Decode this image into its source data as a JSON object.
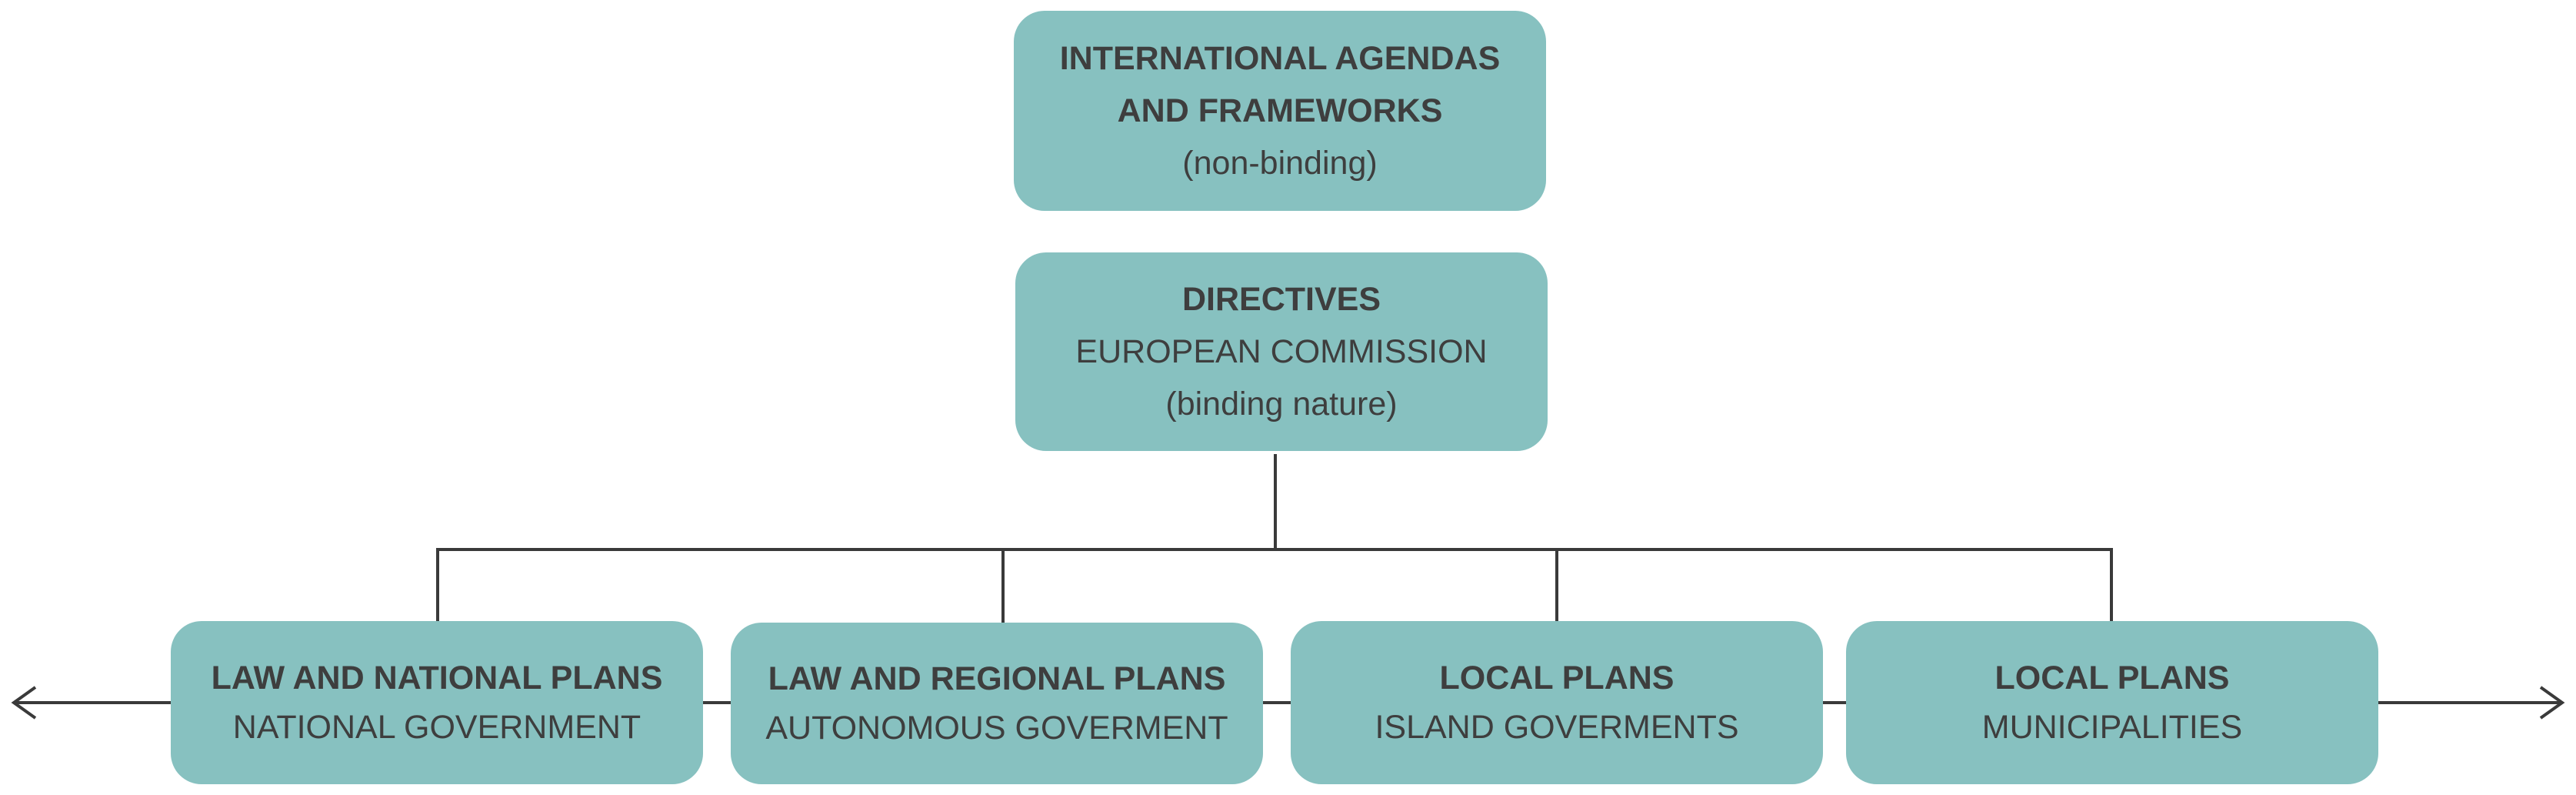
{
  "diagram": {
    "top": {
      "title_line1": "INTERNATIONAL AGENDAS",
      "title_line2": "AND FRAMEWORKS",
      "subtitle": "(non-binding)"
    },
    "directives": {
      "title": "DIRECTIVES",
      "line2": "EUROPEAN COMMISSION",
      "line3": "(binding nature)"
    },
    "levels": [
      {
        "title": "LAW AND NATIONAL PLANS",
        "subtitle": "NATIONAL GOVERNMENT"
      },
      {
        "title": "LAW AND REGIONAL PLANS",
        "subtitle": "AUTONOMOUS GOVERMENT"
      },
      {
        "title": "LOCAL PLANS",
        "subtitle": "ISLAND GOVERMENTS"
      },
      {
        "title": "LOCAL PLANS",
        "subtitle": "MUNICIPALITIES"
      }
    ]
  },
  "colors": {
    "box_fill": "#87c1c0",
    "text": "#3e3e3e",
    "connector": "#3a3a3a"
  }
}
